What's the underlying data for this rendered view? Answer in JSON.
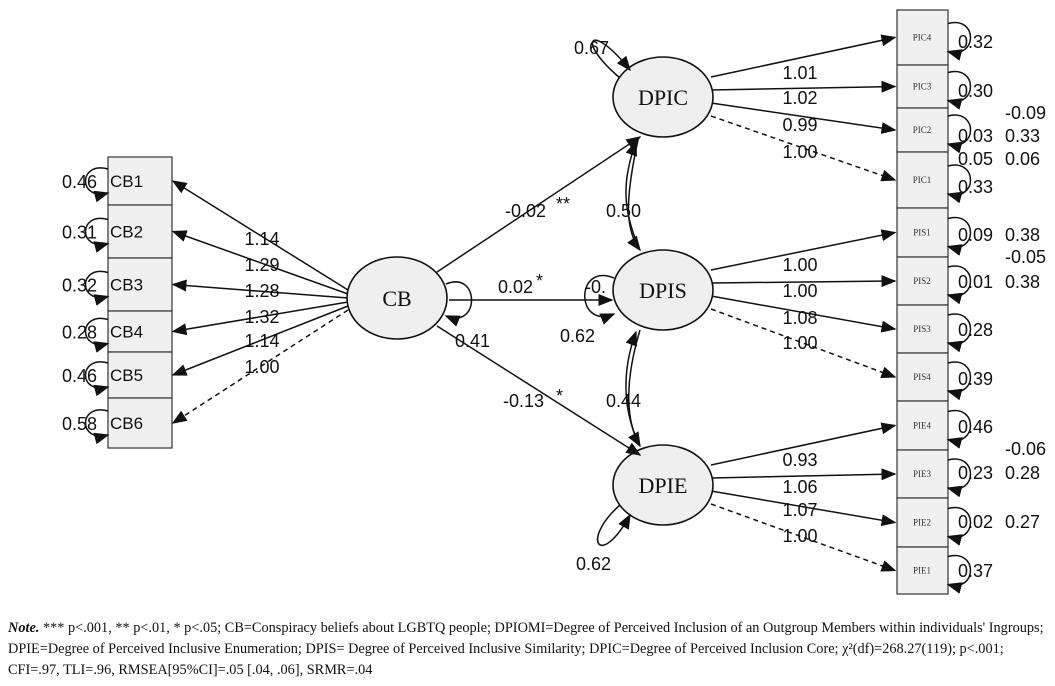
{
  "latents": {
    "CB": "CB",
    "DPIC": "DPIC",
    "DPIS": "DPIS",
    "DPIE": "DPIE"
  },
  "cb_items": [
    "CB1",
    "CB2",
    "CB3",
    "CB4",
    "CB5",
    "CB6"
  ],
  "cb_loadings": [
    "1.14",
    "1.29",
    "1.28",
    "1.32",
    "1.14",
    "1.00"
  ],
  "cb_residuals": [
    "0.46",
    "0.31",
    "0.32",
    "0.28",
    "0.46",
    "0.58"
  ],
  "right_items": [
    "PIC4",
    "PIC3",
    "PIC2",
    "PIC1",
    "PIS1",
    "PIS2",
    "PIS3",
    "PIS4",
    "PIE4",
    "PIE3",
    "PIE2",
    "PIE1"
  ],
  "right_loadings": [
    "1.01",
    "1.02",
    "0.99",
    "1.00",
    "1.00",
    "1.00",
    "1.08",
    "1.00",
    "0.93",
    "1.06",
    "1.07",
    "1.00"
  ],
  "right_residuals": [
    "0.32",
    "0.30",
    "-0.09",
    "0.03",
    "0.33",
    "0.05",
    "0.06",
    "0.33",
    "0.09",
    "0.38",
    "-0.05",
    "0.01",
    "0.38",
    "0.28",
    "0.39",
    "0.46",
    "-0.06",
    "0.23",
    "0.28",
    "0.02",
    "0.27",
    "0.37"
  ],
  "paths": {
    "cb_dpic": "-0.02",
    "cb_dpic_sig": "**",
    "cb_dpie": "-0.13",
    "cb_dpie_sig": "*",
    "cb_var": "0.41",
    "cb_dpis": "0.02",
    "cb_dpis_sig": "*",
    "dpis_var": "0.62",
    "dpis_cov": "-0.",
    "dpic_dpis": "0.50",
    "dpis_dpie": "0.44",
    "dpic_var": "0.67",
    "dpie_var": "0.62"
  },
  "note": {
    "lead": "Note.",
    "text": " *** p<.001, ** p<.01, * p<.05; CB=Conspiracy beliefs about LGBTQ people; DPIOMI=Degree of Perceived Inclusion of an Outgroup Members within individuals' Ingroups; DPIE=Degree of Perceived Inclusive Enumeration; DPIS= Degree of Perceived Inclusive Similarity; DPIC=Degree of Perceived Inclusion Core; χ²(df)=268.27(119); p<.001; CFI=.97, TLI=.96, RMSEA[95%CI]=.05 [.04, .06], SRMR=.04"
  }
}
